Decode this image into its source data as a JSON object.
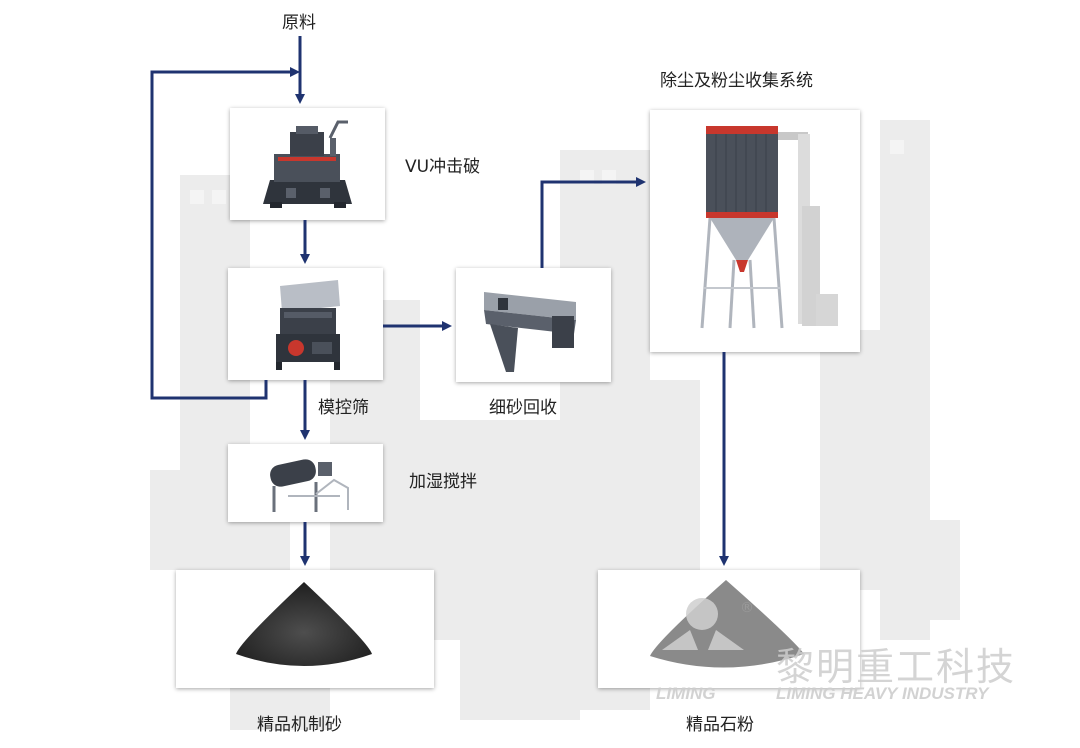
{
  "labels": {
    "raw_material": "原料",
    "vu_crusher": "VU冲击破",
    "screen": "模控筛",
    "fine_sand_recovery": "细砂回收",
    "humidify_mix": "加湿搅拌",
    "dust_system": "除尘及粉尘收集系统",
    "fine_sand_product": "精品机制砂",
    "fine_powder_product": "精品石粉"
  },
  "watermark": {
    "cn": "黎明重工科技",
    "en_short": "LIMING",
    "en_long": "LIMING HEAVY INDUSTRY",
    "registered": "®"
  },
  "colors": {
    "arrow": "#1f3370",
    "accent_red": "#c8372d",
    "machine_dark": "#3b4049",
    "silhouette": "#ececec"
  },
  "icons": {
    "vu_crusher": "vertical-shaft-impact-crusher-icon",
    "screen": "vibrating-screen-icon",
    "fine_sand_recovery": "sand-recovery-unit-icon",
    "humidify_mix": "humidifying-mixer-icon",
    "dust_system": "baghouse-dust-collector-icon",
    "fine_sand_product": "sand-pile-icon",
    "fine_powder_product": "powder-pile-icon"
  }
}
